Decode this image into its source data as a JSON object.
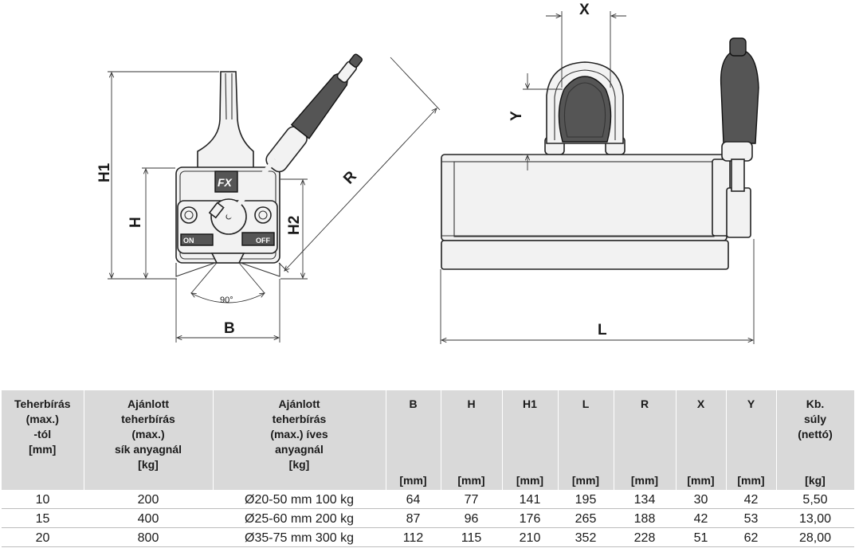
{
  "drawing": {
    "labels": {
      "h1": "H1",
      "h": "H",
      "h2": "H2",
      "b": "B",
      "angle": "90°",
      "r": "R",
      "x": "X",
      "y": "Y",
      "l": "L",
      "badge": "FX",
      "on": "ON",
      "off": "OFF"
    }
  },
  "table": {
    "headers": [
      {
        "lines": [
          "Teherbírás",
          "(max.)",
          "-tól",
          "[mm]"
        ],
        "unit": ""
      },
      {
        "lines": [
          "Ajánlott",
          "teherbírás",
          "(max.)",
          "sík anyagnál",
          "[kg]"
        ],
        "unit": ""
      },
      {
        "lines": [
          "Ajánlott",
          "teherbírás",
          "(max.) íves",
          "anyagnál",
          "[kg]"
        ],
        "unit": ""
      },
      {
        "lines": [
          "B"
        ],
        "unit": "[mm]"
      },
      {
        "lines": [
          "H"
        ],
        "unit": "[mm]"
      },
      {
        "lines": [
          "H1"
        ],
        "unit": "[mm]"
      },
      {
        "lines": [
          "L"
        ],
        "unit": "[mm]"
      },
      {
        "lines": [
          "R"
        ],
        "unit": "[mm]"
      },
      {
        "lines": [
          "X"
        ],
        "unit": "[mm]"
      },
      {
        "lines": [
          "Y"
        ],
        "unit": "[mm]"
      },
      {
        "lines": [
          "Kb.",
          "súly",
          "(nettó)"
        ],
        "unit": "[kg]"
      }
    ],
    "rows": [
      [
        "10",
        "200",
        "Ø20-50 mm 100 kg",
        "64",
        "77",
        "141",
        "195",
        "134",
        "30",
        "42",
        "5,50"
      ],
      [
        "15",
        "400",
        "Ø25-60 mm 200 kg",
        "87",
        "96",
        "176",
        "265",
        "188",
        "42",
        "53",
        "13,00"
      ],
      [
        "20",
        "800",
        "Ø35-75 mm 300 kg",
        "112",
        "115",
        "210",
        "352",
        "228",
        "51",
        "62",
        "28,00"
      ]
    ]
  }
}
